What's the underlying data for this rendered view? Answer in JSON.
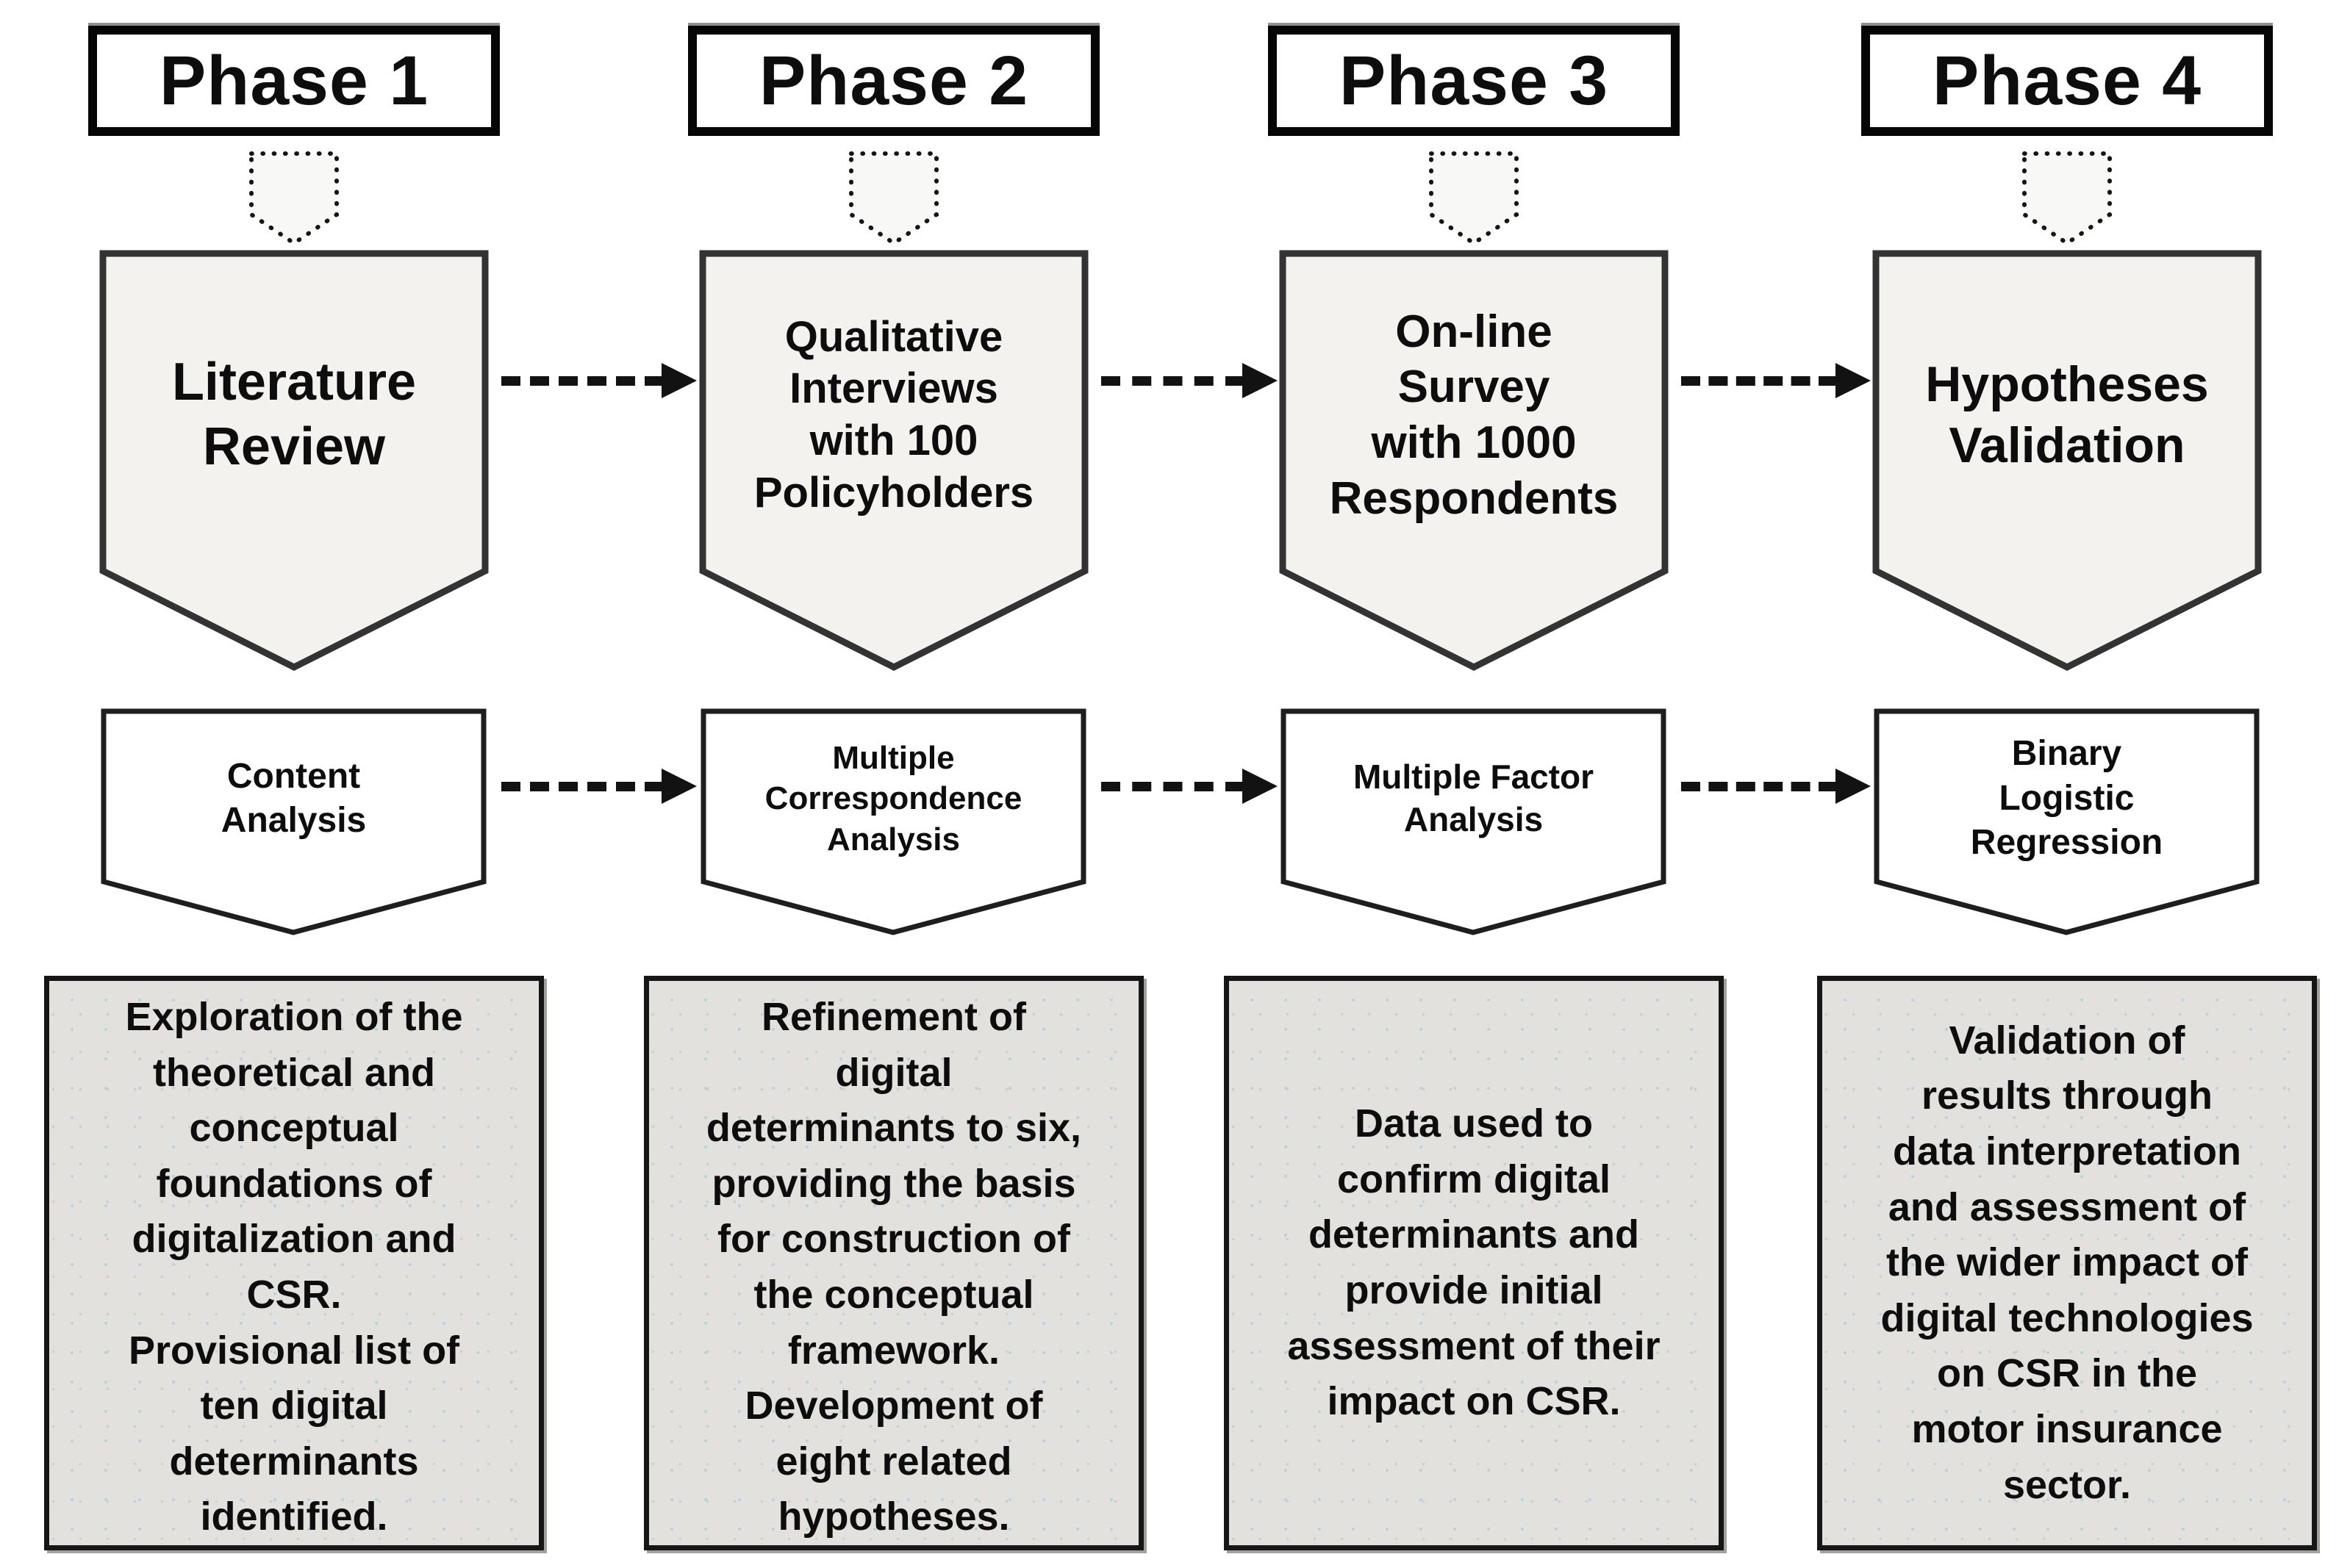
{
  "figure": {
    "title": "Four-phase research methodology flow diagram",
    "colors": {
      "ink": "#121212",
      "shield_fill": "#f3f2ef",
      "banner_fill": "#ffffff",
      "box_fill": "#e3e1de",
      "border": "#161616"
    },
    "phases": [
      {
        "header": "Phase 1",
        "method": "Literature\nReview",
        "analysis": "Content\nAnalysis",
        "outcome": "Exploration of the\ntheoretical and\nconceptual\nfoundations of\ndigitalization and\nCSR.\nProvisional list of\nten digital\ndeterminants\nidentified."
      },
      {
        "header": "Phase 2",
        "method": "Qualitative\nInterviews\nwith 100\nPolicyholders",
        "analysis": "Multiple\nCorrespondence\nAnalysis",
        "outcome": "Refinement of\ndigital\ndeterminants to six,\nproviding the basis\nfor construction of\nthe conceptual\nframework.\nDevelopment of\neight related\nhypotheses."
      },
      {
        "header": "Phase 3",
        "method": "On-line\nSurvey\nwith 1000\nRespondents",
        "analysis": "Multiple Factor\nAnalysis",
        "outcome": "Data used to\nconfirm digital\ndeterminants and\nprovide initial\nassessment of their\nimpact on CSR."
      },
      {
        "header": "Phase 4",
        "method": "Hypotheses\nValidation",
        "analysis": "Binary\nLogistic\nRegression",
        "outcome": "Validation of\nresults through\ndata interpretation\nand assessment of\nthe wider impact of\ndigital technologies\non CSR in the\nmotor insurance\nsector."
      }
    ]
  }
}
